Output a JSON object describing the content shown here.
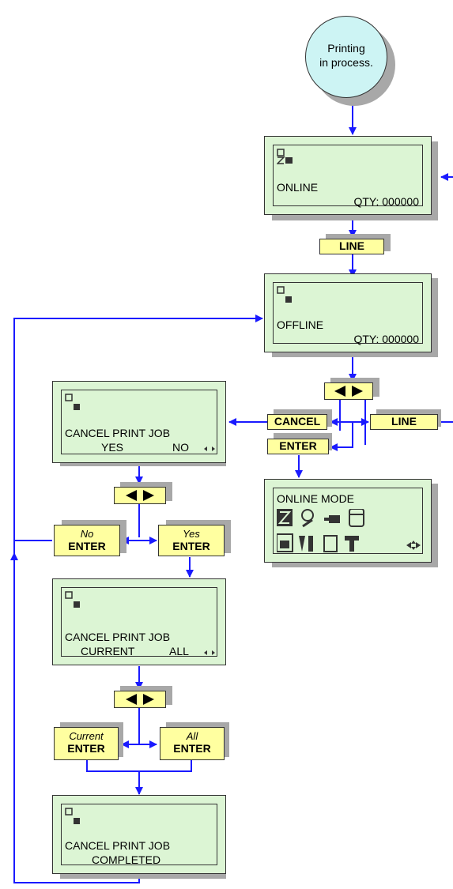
{
  "start": {
    "line1": "Printing",
    "line2": "in process."
  },
  "screen_online": {
    "mode": "ONLINE",
    "qty": "QTY:  000000"
  },
  "screen_offline": {
    "mode": "OFFLINE",
    "qty": "QTY:  000000"
  },
  "screen_cancel": {
    "line1": "CANCEL PRINT JOB",
    "opt1": "YES",
    "opt2": "NO"
  },
  "screen_cancel_choice": {
    "line1": "CANCEL PRINT JOB",
    "opt1": "CURRENT",
    "opt2": "ALL"
  },
  "screen_completed": {
    "line1": "CANCEL PRINT JOB",
    "line2": "COMPLETED"
  },
  "screen_menu": {
    "title": "ONLINE MODE"
  },
  "keys": {
    "line": "LINE",
    "line2": "LINE",
    "cancel": "CANCEL",
    "enter": "ENTER",
    "no_label": "No",
    "no_enter": "ENTER",
    "yes_label": "Yes",
    "yes_enter": "ENTER",
    "current_label": "Current",
    "current_enter": "ENTER",
    "all_label": "All",
    "all_enter": "ENTER"
  },
  "colors": {
    "screen": "#dcf5d4",
    "key": "#ffffa0",
    "start": "#cdf4f4",
    "arrow": "#1a1aff",
    "shadow": "#a8a8a8"
  },
  "icons": [
    "online-status-icon",
    "offline-status-icon",
    "left-right-arrows-icon",
    "menu-icons"
  ]
}
